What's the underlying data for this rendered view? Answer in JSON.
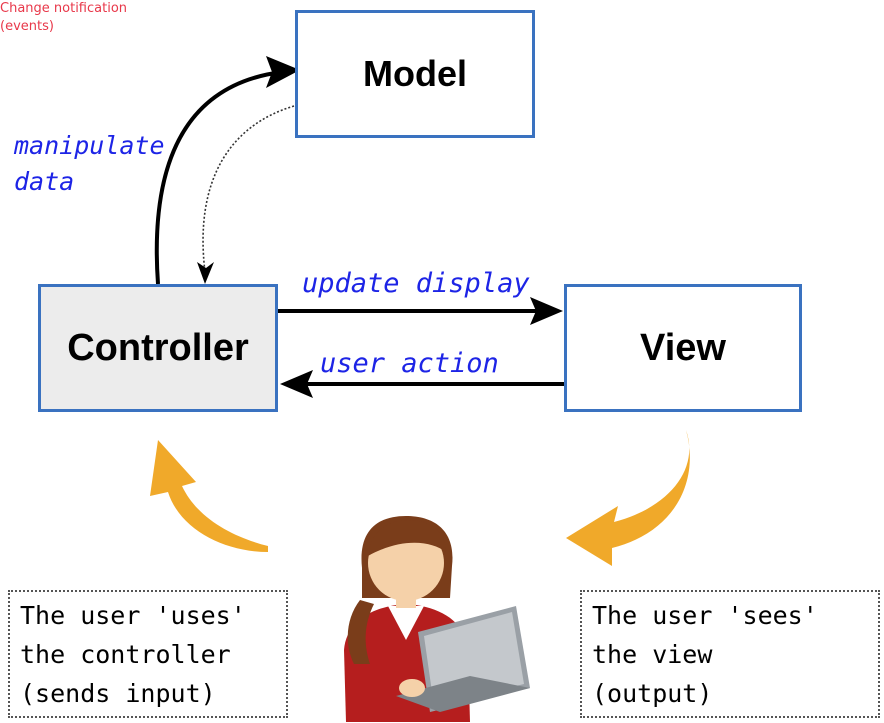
{
  "model": {
    "label": "Model"
  },
  "controller": {
    "label": "Controller"
  },
  "view": {
    "label": "View"
  },
  "edges": {
    "manipulate_data": {
      "line1": "manipulate",
      "line2": "data"
    },
    "change_notification": {
      "line1": "Change notification",
      "line2": "(events)"
    },
    "update_display": "update display",
    "user_action": "user action"
  },
  "notes": {
    "controller_note": {
      "line1": "The user 'uses'",
      "line2": "the controller",
      "line3": "(sends input)"
    },
    "view_note": {
      "line1": "The user 'sees'",
      "line2": "the view",
      "line3": "(output)"
    }
  },
  "colors": {
    "box_border": "#3a72c0",
    "controller_fill": "#ececec",
    "edge_label": "#1d24e6",
    "notification_label": "#e8384a",
    "cycle_arrow": "#f0a92a"
  },
  "icons": {
    "user": "user-with-laptop-icon"
  }
}
